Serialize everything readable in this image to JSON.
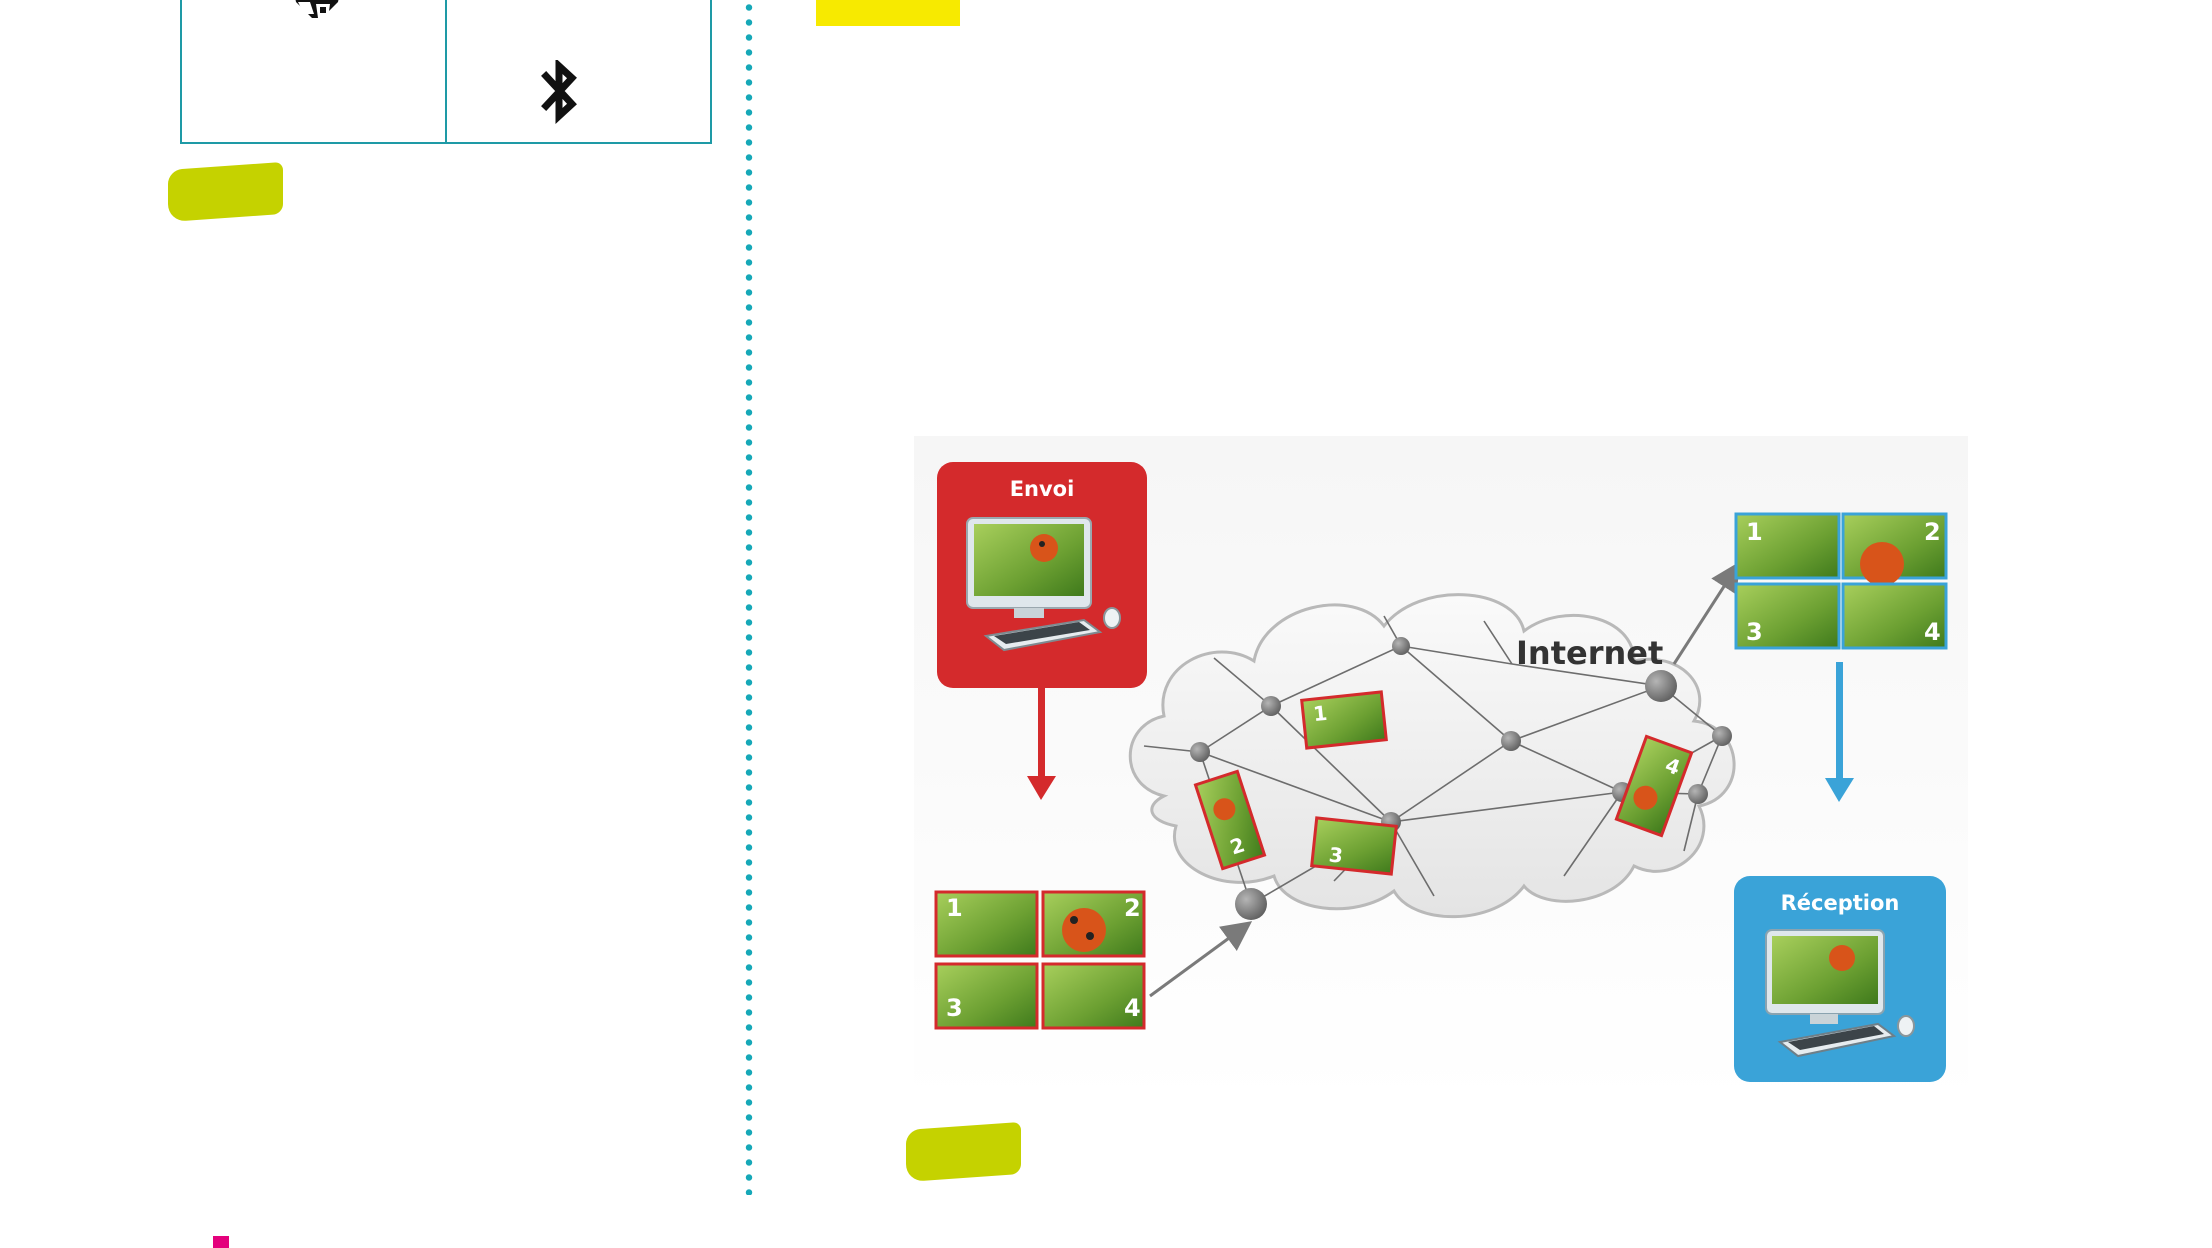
{
  "diagram": {
    "sender_label": "Envoi",
    "cloud_label": "Internet",
    "receiver_label": "Réception",
    "packets": [
      {
        "number": "1"
      },
      {
        "number": "2"
      },
      {
        "number": "3"
      },
      {
        "number": "4"
      }
    ],
    "colors": {
      "sender_accent": "#d42a2c",
      "receiver_accent": "#3aa3d8",
      "network_node": "#7d7d7d",
      "photo_green": "#6ca032",
      "ladybug": "#d8541a",
      "tab_pill": "#c5d200",
      "separator": "#16a8b8",
      "highlight": "#f7ea00",
      "bullet": "#e4007c"
    }
  },
  "left_panel": {
    "table_icons": [
      "cube-icon",
      "bluetooth-icon"
    ]
  }
}
